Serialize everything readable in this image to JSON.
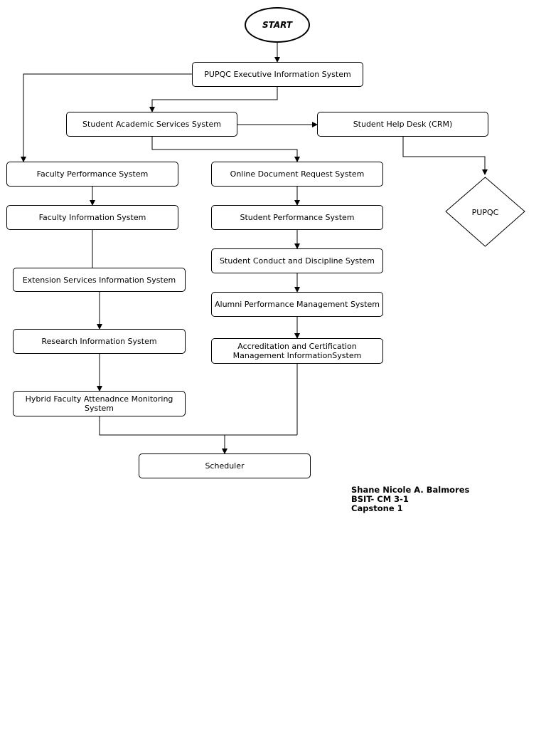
{
  "start": "START",
  "nodes": {
    "exec": "PUPQC Executive Information System",
    "sas": "Student Academic Services System",
    "helpdesk": "Student Help Desk (CRM)",
    "pupqc": "PUPQC",
    "fps": "Faculty Performance System",
    "odrs": "Online Document Request System",
    "fis": "Faculty Information System",
    "sps": "Student Performance System",
    "scds": "Student Conduct and Discipline System",
    "esis": "Extension Services Information System",
    "apms": "Alumni Performance Management System",
    "ris": "Research Information System",
    "acmis": "Accreditation and Certification Management InformationSystem",
    "hfams": "Hybrid Faculty Attenadnce Monitoring System",
    "scheduler": "Scheduler"
  },
  "author": {
    "name": "Shane Nicole A. Balmores",
    "section": "BSIT- CM 3-1",
    "course": "Capstone 1"
  }
}
